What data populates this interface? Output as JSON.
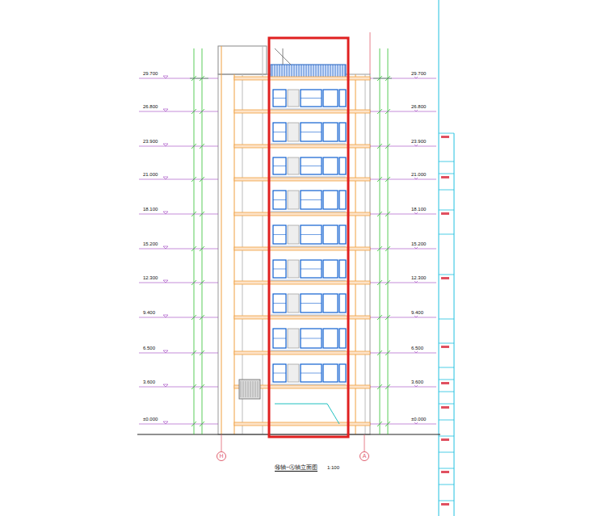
{
  "diagram": {
    "caption": "⑭轴~Ⓐ轴立面图",
    "nodes": [
      {
        "text": [
          "H"
        ]
      },
      {
        "text": [
          "A"
        ]
      }
    ],
    "labels": [
      "29.700",
      "26.800",
      "23.900",
      "21.000",
      "18.100",
      "15.200",
      "12.300",
      "9.400",
      "6.500",
      "3.600",
      "±0.000",
      "29.700",
      "26.800",
      "23.900",
      "21.000",
      "18.100",
      "15.200",
      "12.300",
      "9.400",
      "6.500",
      "3.600",
      "±0.000",
      "1:100"
    ]
  }
}
